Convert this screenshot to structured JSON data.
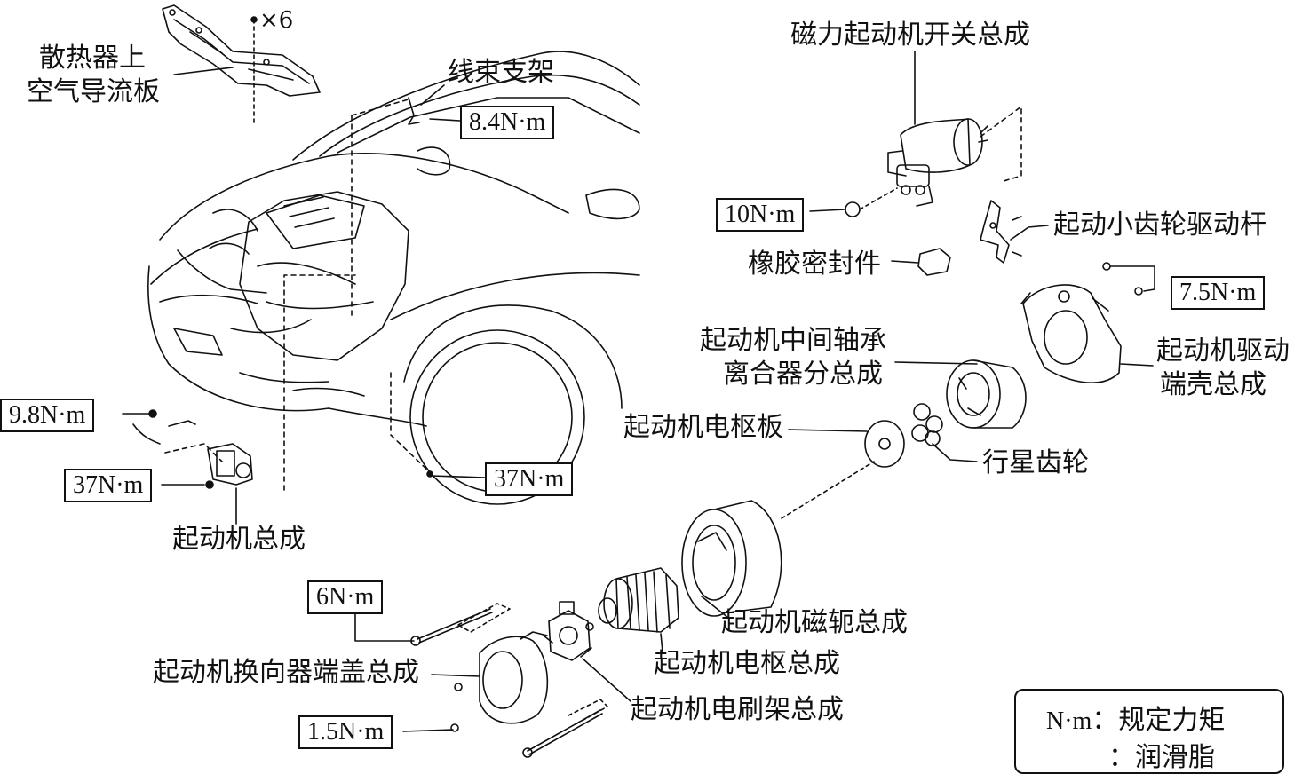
{
  "labels": {
    "radiator_baffle_line1": "散热器上",
    "radiator_baffle_line2": "空气导流板",
    "qty": "×6",
    "harness_bracket": "线束支架",
    "solenoid_switch": "磁力起动机开关总成",
    "pinion_drive_lever": "起动小齿轮驱动杆",
    "rubber_seal": "橡胶密封件",
    "clutch_line1": "起动机中间轴承",
    "clutch_line2": "离合器分总成",
    "drive_housing_line1": "起动机驱动",
    "drive_housing_line2": "端壳总成",
    "armature_plate": "起动机电枢板",
    "planetary_gear": "行星齿轮",
    "starter_assembly": "起动机总成",
    "yoke": "起动机磁轭总成",
    "armature": "起动机电枢总成",
    "commutator_end_frame": "起动机换向器端盖总成",
    "brush_holder": "起动机电刷架总成"
  },
  "torques": {
    "t_8_4": "8.4N·m",
    "t_10": "10N·m",
    "t_7_5": "7.5N·m",
    "t_9_8": "9.8N·m",
    "t_37_a": "37N·m",
    "t_37_b": "37N·m",
    "t_6": "6N·m",
    "t_1_5": "1.5N·m"
  },
  "legend": {
    "unit_key": "N·m",
    "unit_desc": "：规定力矩",
    "arrow_desc": "：润滑脂"
  }
}
